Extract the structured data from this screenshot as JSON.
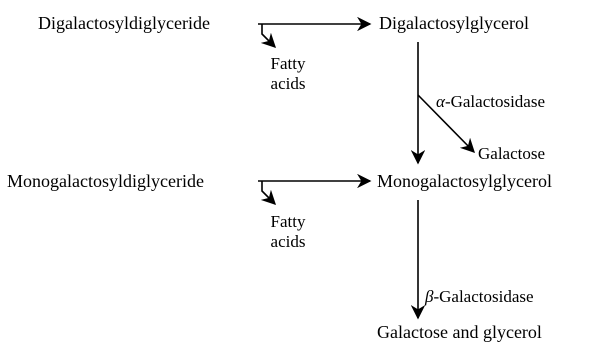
{
  "compounds": {
    "dgdg": "Digalactosyldiglyceride",
    "dg_glycerol": "Digalactosylglycerol",
    "mgdg": "Monogalactosyldiglyceride",
    "mg_glycerol": "Monogalactosylglycerol",
    "final": "Galactose and glycerol"
  },
  "side_products": {
    "fatty_acids_1": [
      "Fatty",
      "acids"
    ],
    "fatty_acids_2": [
      "Fatty",
      "acids"
    ],
    "galactose": "Galactose"
  },
  "enzymes": {
    "alpha": {
      "symbol": "α",
      "name": "-Galactosidase"
    },
    "beta": {
      "symbol": "β",
      "name": "-Galactosidase"
    }
  },
  "colors": {
    "ink": "#000000",
    "background": "#ffffff"
  }
}
